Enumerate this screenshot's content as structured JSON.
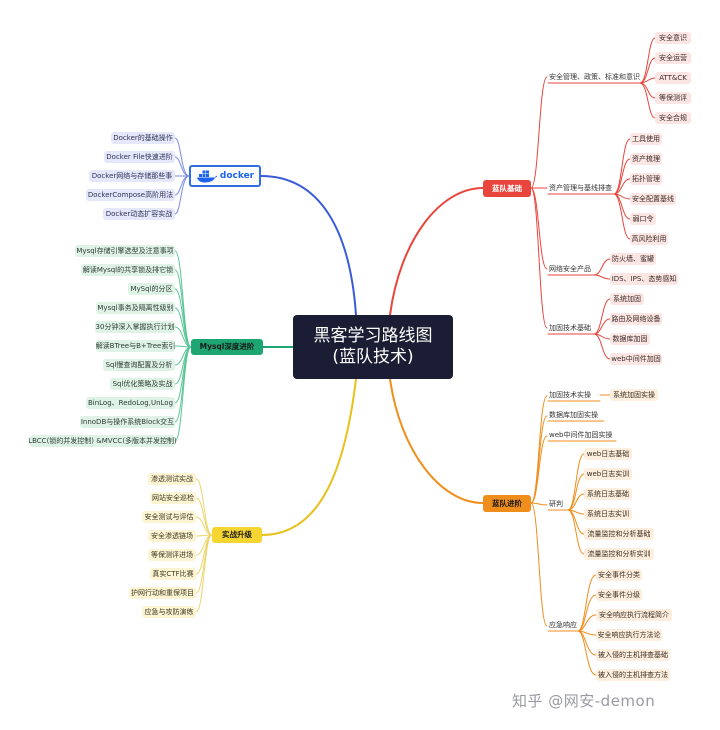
{
  "center": {
    "line1": "黑客学习路线图",
    "line2": "(蓝队技术)"
  },
  "colors": {
    "blue": "#3a5bd9",
    "green": "#1ea672",
    "yellow": "#e8c11c",
    "red": "#e8453c",
    "orange": "#f08e1c",
    "center_bg": "#1a1d33"
  },
  "branches": {
    "docker": {
      "logo_text": "docker",
      "logo_icon": "docker-whale-icon",
      "items": [
        "Docker的基础操作",
        "Docker File快速进阶",
        "Docker网络与存储那些事",
        "DockerCompose高阶用法",
        "Docker动态扩容实战"
      ]
    },
    "mysql": {
      "label": "Mysql深度进阶",
      "items": [
        "Mysql存储引擎选型及注意事项",
        "解读Mysql的共享锁及排它锁",
        "MySql的分区",
        "Mysql事务及隔离性级别",
        "30分钟深入掌握执行计划",
        "解读BTree与B+Tree索引",
        "Sql慢查询配置及分析",
        "Sql优化策略及实战",
        "BinLog、RedoLog,UnLog",
        "InnoDB与操作系统Block交互",
        "LBCC(锁的并发控制) &MVCC(多版本并发控制)"
      ]
    },
    "practice": {
      "label": "实战升级",
      "items": [
        "渗透测试实战",
        "网站安全巡检",
        "安全测试与评估",
        "安全渗透链场",
        "等保测评进场",
        "真实CTF比赛",
        "护网行动和重保项目",
        "应急与攻防演练"
      ]
    },
    "blue_basic": {
      "label": "蓝队基础",
      "groups": [
        {
          "label": "安全管理、政策、标准和意识",
          "items": [
            "安全意识",
            "安全运营",
            "ATT&CK",
            "等保测评",
            "安全合规"
          ]
        },
        {
          "label": "资产管理与基线排查",
          "items": [
            "工具使用",
            "资产梳理",
            "拓扑管理",
            "安全配置基线",
            "弱口令",
            "高风险利用"
          ]
        },
        {
          "label": "网络安全产品",
          "items": [
            "防火墙、蜜罐",
            "IDS、IPS、态势感知"
          ]
        },
        {
          "label": "加固技术基础",
          "items": [
            "系统加固",
            "路由及网络设备",
            "数据库加固",
            "web中间件加固"
          ]
        }
      ]
    },
    "blue_adv": {
      "label": "蓝队进阶",
      "groups": [
        {
          "label": "加固技术实操",
          "items": [
            "系统加固实操"
          ]
        },
        {
          "label": "数据库加固实操",
          "items": []
        },
        {
          "label": "web中间件加固实操",
          "items": []
        },
        {
          "label": "研判",
          "items": [
            "web日志基础",
            "web日志实训",
            "系统日志基础",
            "系统日志实训",
            "流量监控和分析基础",
            "流量监控和分析实训"
          ]
        },
        {
          "label": "应急响应",
          "items": [
            "安全事件分类",
            "安全事件分级",
            "安全响应执行流程简介",
            "安全响应执行方法论",
            "被入侵的主机排查基础",
            "被入侵的主机排查方法"
          ]
        }
      ]
    }
  },
  "watermark": "知乎 @网安-demon"
}
